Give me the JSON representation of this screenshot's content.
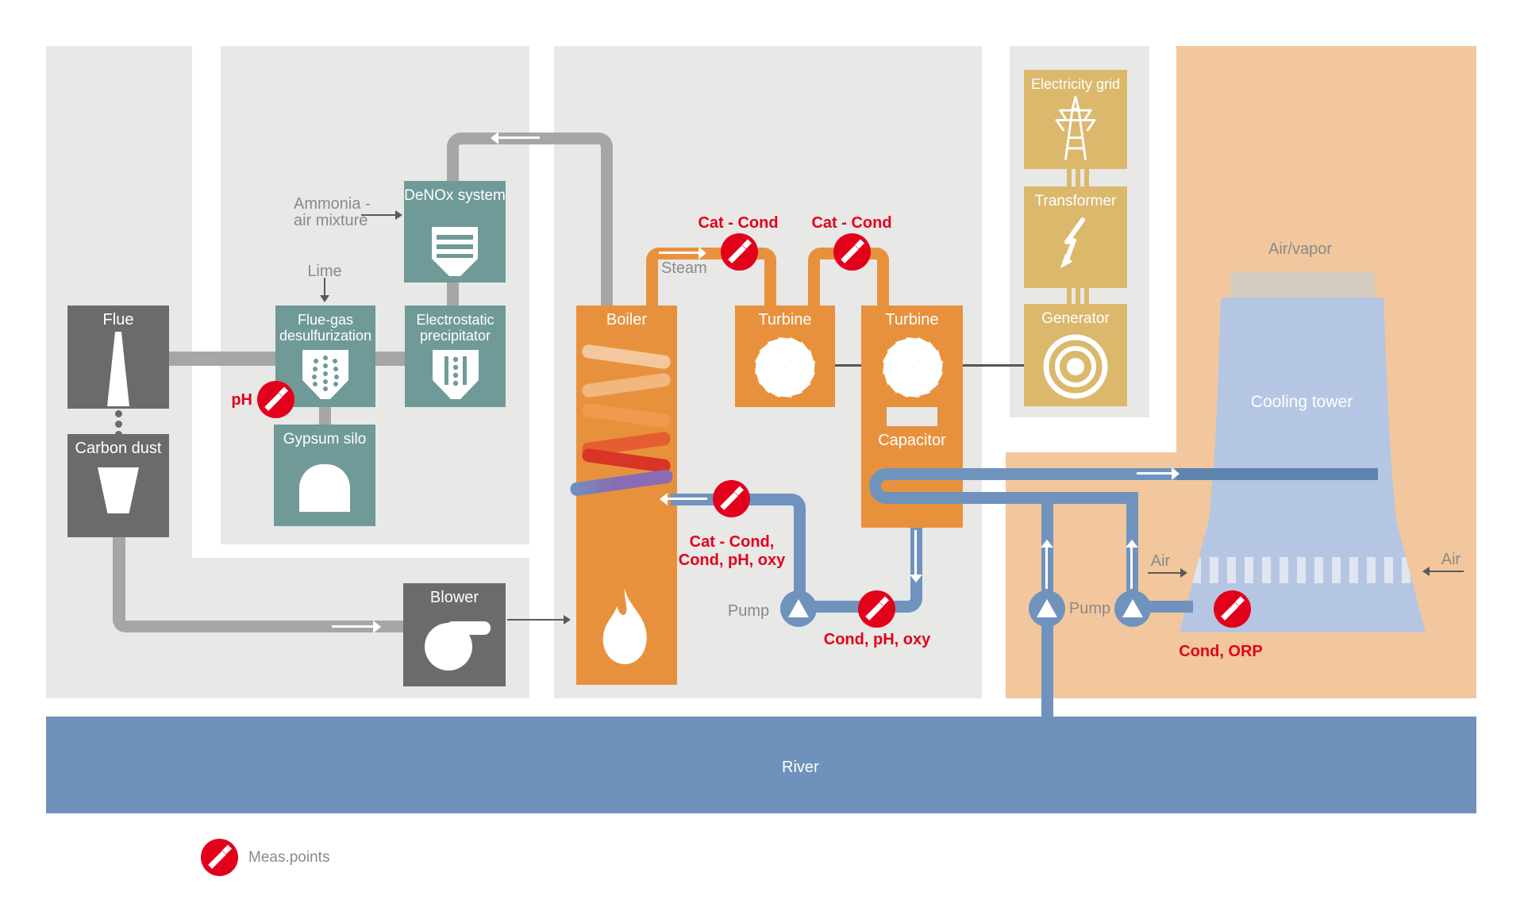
{
  "colors": {
    "accent_red": "#e2001a",
    "teal": "#6f9a97",
    "orange": "#e8913d",
    "gold": "#dbb86c",
    "dark_gray": "#6b6b6b",
    "pipe_gray": "#a6a6a6",
    "pipe_blue": "#7093be",
    "pipe_blue_dark": "#5d83af",
    "river_blue": "#6e92bb",
    "tower_blue": "#b5c6e3",
    "peach": "#f2c79d",
    "panel_gray": "#e8e8e7"
  },
  "boxes": {
    "flue": "Flue",
    "carbon_dust": "Carbon dust",
    "denox": "DeNOx system",
    "fgd_line1": "Flue-gas",
    "fgd_line2": "desulfurization",
    "esp_line1": "Electrostatic",
    "esp_line2": "precipitator",
    "gypsum": "Gypsum silo",
    "blower": "Blower",
    "boiler": "Boiler",
    "turbine1": "Turbine",
    "turbine2": "Turbine",
    "capacitor": "Capacitor",
    "electricity_grid": "Electricity grid",
    "transformer": "Transformer",
    "generator": "Generator",
    "cooling_tower": "Cooling tower",
    "river": "River"
  },
  "flow_labels": {
    "steam": "Steam",
    "lime": "Lime",
    "ammonia_line1": "Ammonia -",
    "ammonia_line2": "air mixture",
    "air_vapor": "Air/vapor",
    "air_left": "Air",
    "air_right": "Air",
    "pump_condensate": "Pump",
    "pump_cooling": "Pump"
  },
  "measurement_points": {
    "ph": "pH",
    "steam_cat_cond": "Cat - Cond",
    "turbine_cat_cond": "Cat - Cond",
    "boiler_return_line1": "Cat - Cond,",
    "boiler_return_line2": "Cond, pH, oxy",
    "condensate": "Cond, pH, oxy",
    "cooling_water": "Cond, ORP"
  },
  "legend": {
    "meas_points": "Meas.points"
  }
}
